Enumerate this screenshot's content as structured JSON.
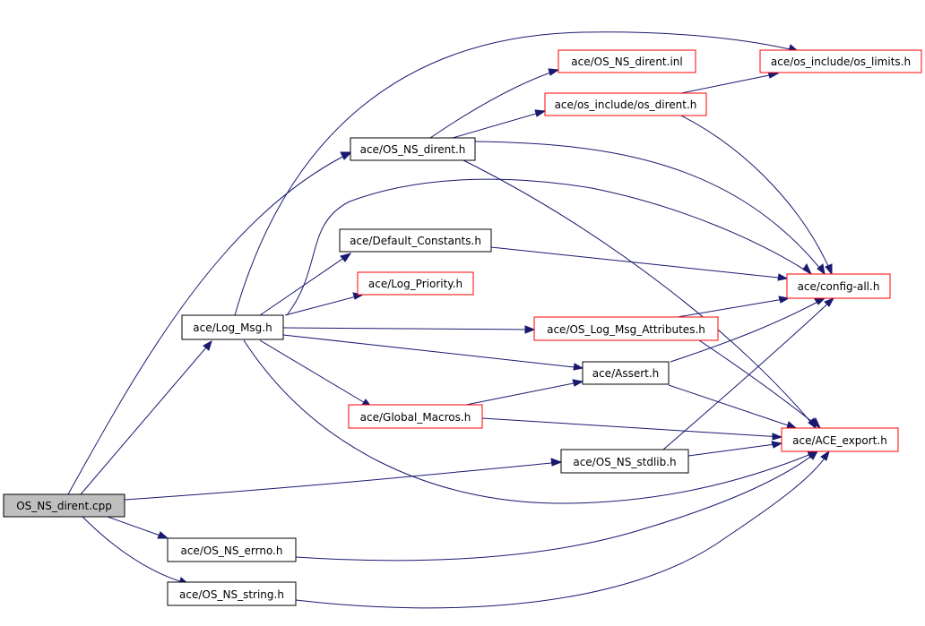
{
  "nodes": {
    "os_ns_dirent_cpp": "OS_NS_dirent.cpp",
    "os_ns_dirent_inl": "ace/OS_NS_dirent.inl",
    "os_limits_h": "ace/os_include/os_limits.h",
    "os_dirent_h": "ace/os_include/os_dirent.h",
    "os_ns_dirent_h": "ace/OS_NS_dirent.h",
    "default_constants_h": "ace/Default_Constants.h",
    "config_all_h": "ace/config-all.h",
    "log_priority_h": "ace/Log_Priority.h",
    "log_msg_h": "ace/Log_Msg.h",
    "os_log_msg_attributes_h": "ace/OS_Log_Msg_Attributes.h",
    "assert_h": "ace/Assert.h",
    "global_macros_h": "ace/Global_Macros.h",
    "ace_export_h": "ace/ACE_export.h",
    "os_ns_stdlib_h": "ace/OS_NS_stdlib.h",
    "os_ns_errno_h": "ace/OS_NS_errno.h",
    "os_ns_string_h": "ace/OS_NS_string.h"
  },
  "colors": {
    "edge": "#191970",
    "border_documented": "#000000",
    "border_undocumented": "#ff0000",
    "root_fill": "#bfbfbf"
  }
}
